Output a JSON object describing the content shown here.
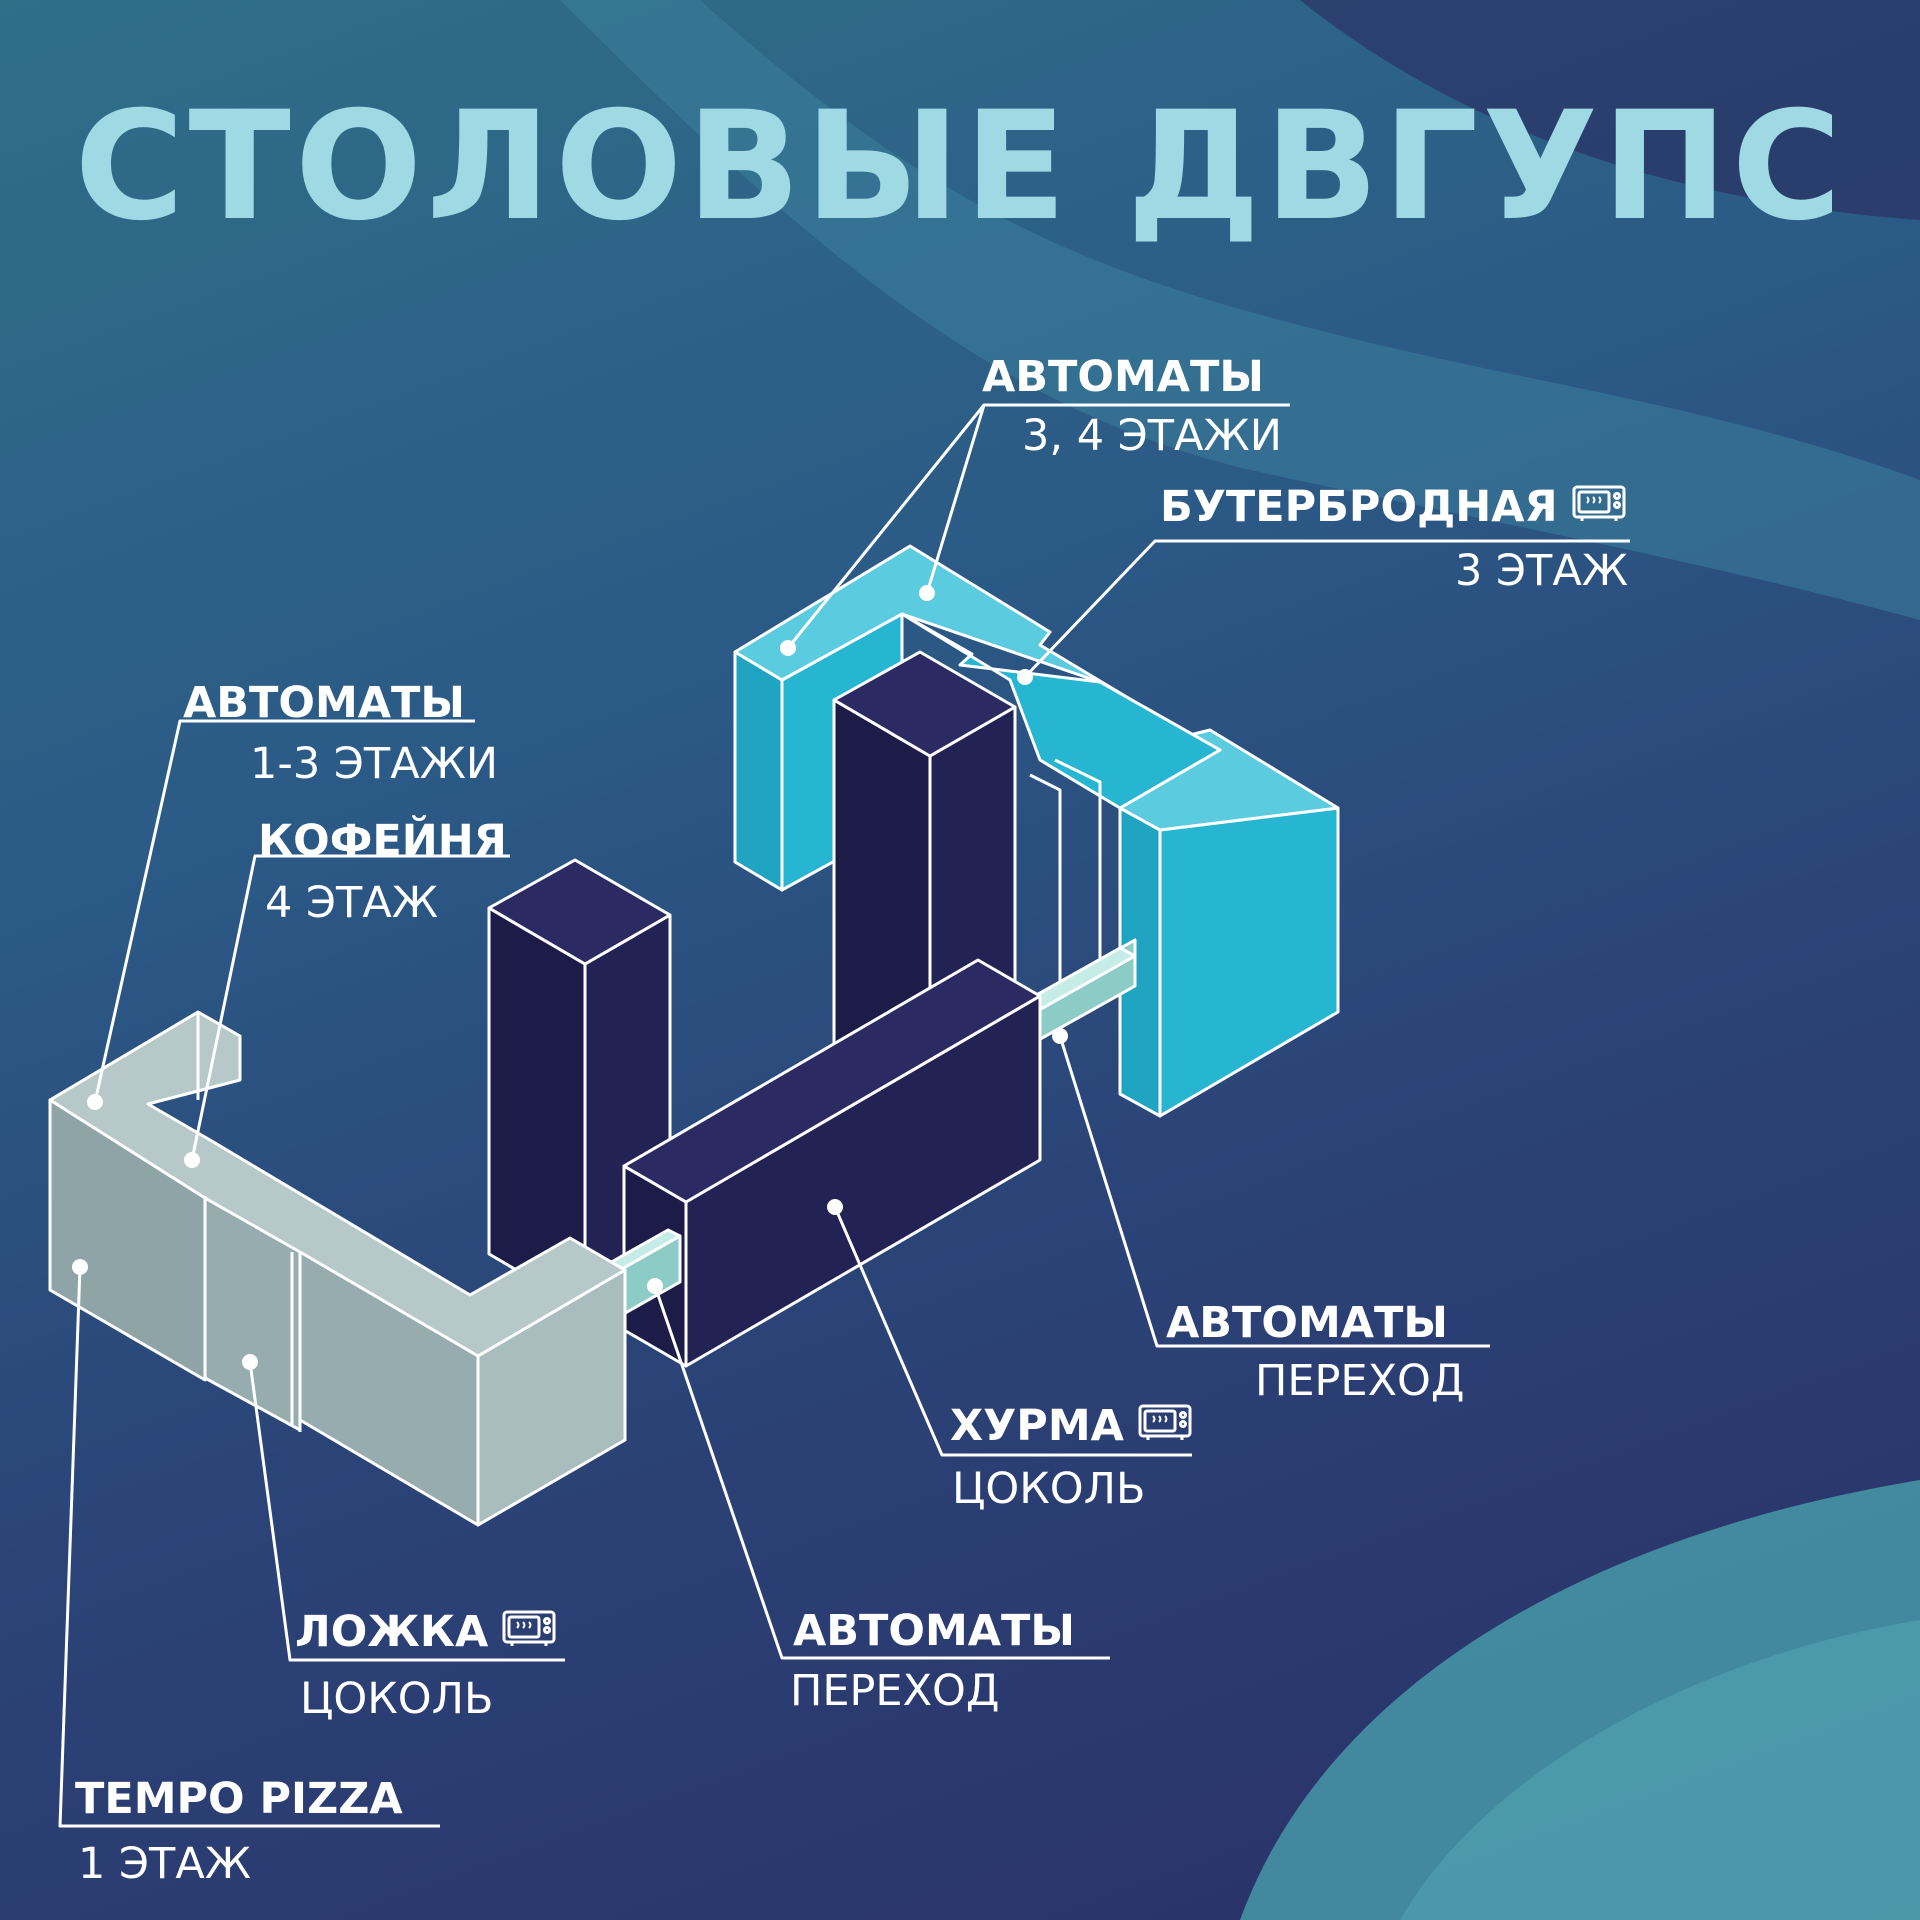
{
  "title": "СТОЛОВЫЕ ДВГУПС",
  "colors": {
    "accent_title": "#9fd9e3",
    "building_cyan": "#27b6d1",
    "building_navy": "#232254",
    "building_grey": "#97acae",
    "passage_mint": "#a6dcd6",
    "line": "#ffffff"
  },
  "labels": {
    "avtomaty_top": {
      "name": "АВТОМАТЫ",
      "floor": "3, 4 ЭТАЖИ"
    },
    "buterbrodnaya": {
      "name": "БУТЕРБРОДНАЯ",
      "floor": "3 ЭТАЖ",
      "icon": "microwave-icon"
    },
    "avtomaty_left": {
      "name": "АВТОМАТЫ",
      "floor": "1-3 ЭТАЖИ"
    },
    "kofeynya": {
      "name": "КОФЕЙНЯ",
      "floor": "4 ЭТАЖ"
    },
    "avtomaty_right": {
      "name": "АВТОМАТЫ",
      "floor": "ПЕРЕХОД"
    },
    "hurma": {
      "name": "ХУРМА",
      "floor": "ЦОКОЛЬ",
      "icon": "microwave-icon"
    },
    "lozhka": {
      "name": "ЛОЖКА",
      "floor": "ЦОКОЛЬ",
      "icon": "microwave-icon"
    },
    "avtomaty_bottom": {
      "name": "АВТОМАТЫ",
      "floor": "ПЕРЕХОД"
    },
    "tempo": {
      "name": "TEMPO PIZZA",
      "floor": "1 ЭТАЖ"
    }
  }
}
